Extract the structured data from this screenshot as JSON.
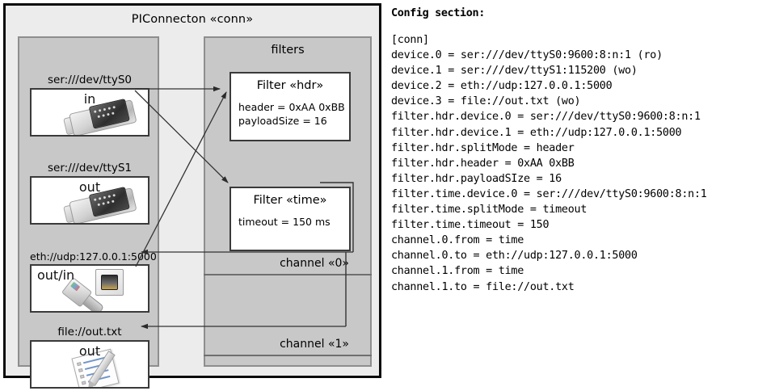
{
  "diagram": {
    "title": "PIConnecton «conn»",
    "devices_panel": {
      "groups": [
        {
          "caption": "ser:///dev/ttyS0",
          "io": "in",
          "icon": "serial-db9-icon",
          "align": "center"
        },
        {
          "caption": "ser:///dev/ttyS1",
          "io": "out",
          "icon": "serial-db9-icon",
          "align": "center"
        },
        {
          "caption": "eth://udp:127.0.0.1:5000",
          "io": "out/in",
          "icon": "ethernet-rj45-icon",
          "align": "left"
        },
        {
          "caption": "file://out.txt",
          "io": "out",
          "icon": "notepad-pencil-icon",
          "align": "center"
        }
      ]
    },
    "filters_panel": {
      "title": "filters",
      "filters": [
        {
          "title": "Filter «hdr»",
          "props": [
            "header = 0xAA 0xBB",
            "payloadSize = 16"
          ]
        },
        {
          "title": "Filter «time»",
          "props": [
            "timeout = 150 ms"
          ]
        }
      ],
      "channels": [
        {
          "label": "channel «0»"
        },
        {
          "label": "channel «1»"
        }
      ]
    }
  },
  "config": {
    "heading": "Config section:",
    "lines": [
      "[conn]",
      "device.0 = ser:///dev/ttyS0:9600:8:n:1 (ro)",
      "device.1 = ser:///dev/ttyS1:115200 (wo)",
      "device.2 = eth://udp:127.0.0.1:5000",
      "device.3 = file://out.txt (wo)",
      "filter.hdr.device.0 = ser:///dev/ttyS0:9600:8:n:1",
      "filter.hdr.device.1 = eth://udp:127.0.0.1:5000",
      "filter.hdr.splitMode = header",
      "filter.hdr.header = 0xAA 0xBB",
      "filter.hdr.payloadSIze = 16",
      "filter.time.device.0 = ser:///dev/ttyS0:9600:8:n:1",
      "filter.time.splitMode = timeout",
      "filter.time.timeout = 150",
      "channel.0.from = time",
      "channel.0.to = eth://udp:127.0.0.1:5000",
      "channel.1.from = time",
      "channel.1.to = file://out.txt"
    ]
  },
  "colors": {
    "frame": "#0a0a0a",
    "panel_fill": "#c8c8c8",
    "outer_fill": "#ececec",
    "box_fill": "#ffffff",
    "line": "#333333"
  }
}
